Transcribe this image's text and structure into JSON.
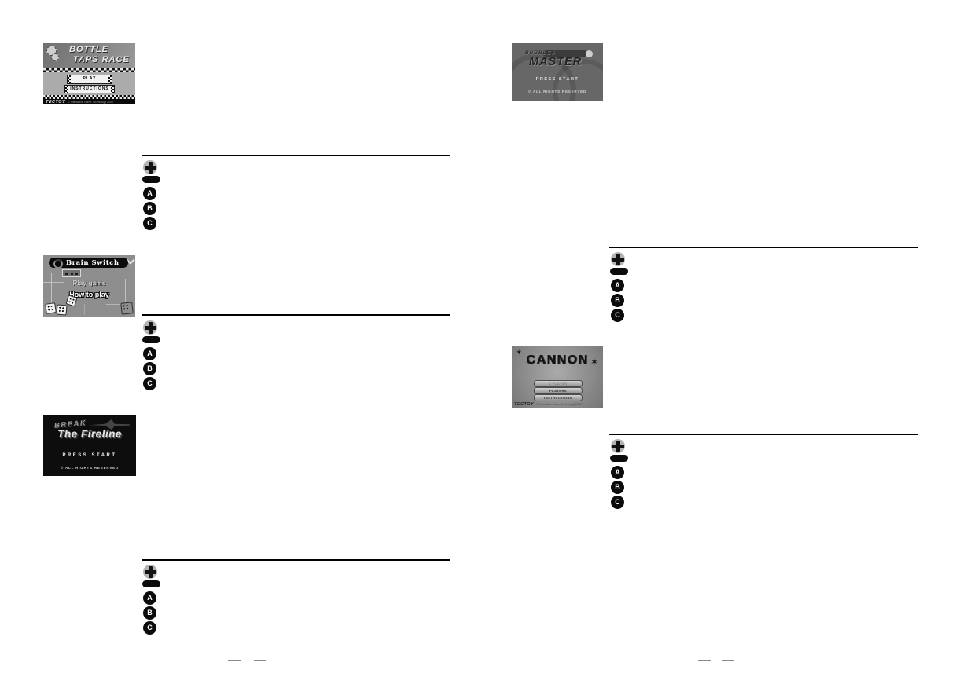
{
  "controls": {
    "a": "A",
    "b": "B",
    "c": "C"
  },
  "games": {
    "bottle_taps_race": {
      "title_line1": "BOTTLE",
      "title_line2": "TAPS RACE",
      "play": "PLAY",
      "instructions": "INSTRUCTIONS",
      "brand": "TECTOY",
      "copyright": "© Interactive Game Technology 2009"
    },
    "brain_switch": {
      "title": "Brain Switch",
      "menu_play": "Play game",
      "menu_how": "How to play"
    },
    "break_the_fireline": {
      "title_line1": "BREAK",
      "title_line2": "The Fireline",
      "press_start": "PRESS START",
      "rights": "© ALL RIGHTS RESERVED"
    },
    "bubbles_master": {
      "title_line1": "BUBBLES",
      "title_line2": "MASTER",
      "press_start": "PRESS START",
      "rights": "© ALL RIGHTS RESERVED"
    },
    "cannon": {
      "title": "CANNON",
      "star": "✶",
      "menu1": "1 PLAYER",
      "menu2": "PLAYERS",
      "menu3": "INSTRUCTIONS",
      "brand": "TECTOY",
      "copyright": "© Interactive Game Technology 2005"
    }
  }
}
